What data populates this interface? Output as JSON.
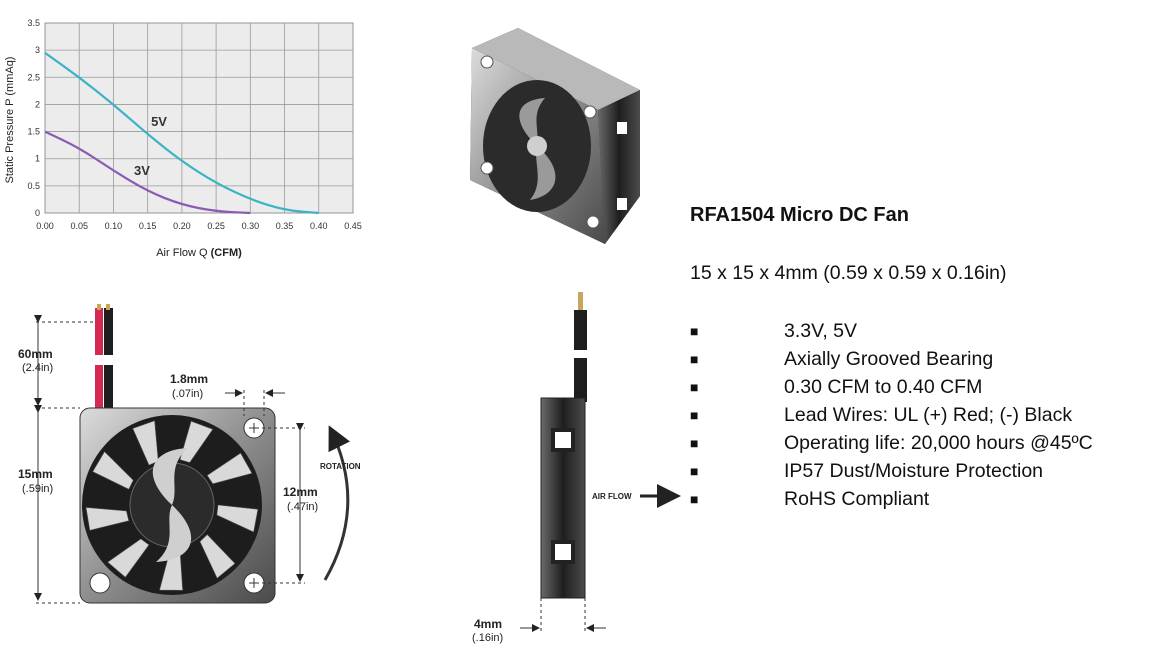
{
  "chart_data": {
    "type": "line",
    "ylabel": "Static Pressure P (mmAq)",
    "xlabel_plain": "Air Flow Q ",
    "xlabel_unit": "(CFM)",
    "xlim": [
      0,
      0.45
    ],
    "ylim": [
      0,
      3.5
    ],
    "grid": true,
    "x_ticks": [
      "0.00",
      "0.05",
      "0.10",
      "0.15",
      "0.20",
      "0.25",
      "0.30",
      "0.35",
      "0.40",
      "0.45"
    ],
    "y_ticks": [
      "0",
      "0.5",
      "1",
      "1.5",
      "2",
      "2.5",
      "3",
      "3.5"
    ],
    "series": [
      {
        "name": "5V",
        "color": "#3cb4c6",
        "points": [
          [
            0,
            2.95
          ],
          [
            0.05,
            2.5
          ],
          [
            0.1,
            2.0
          ],
          [
            0.15,
            1.45
          ],
          [
            0.2,
            0.95
          ],
          [
            0.25,
            0.55
          ],
          [
            0.3,
            0.25
          ],
          [
            0.35,
            0.05
          ],
          [
            0.4,
            0.0
          ]
        ]
      },
      {
        "name": "3V",
        "color": "#8a5bb3",
        "points": [
          [
            0,
            1.5
          ],
          [
            0.05,
            1.2
          ],
          [
            0.1,
            0.78
          ],
          [
            0.15,
            0.4
          ],
          [
            0.2,
            0.15
          ],
          [
            0.25,
            0.03
          ],
          [
            0.3,
            0.0
          ]
        ]
      }
    ]
  },
  "diagram": {
    "wire_length": "60mm",
    "wire_length_in": "(2.4in)",
    "hole_size": "1.8mm",
    "hole_size_in": "(.07in)",
    "height": "15mm",
    "height_in": "(.59in)",
    "hole_pitch": "12mm",
    "hole_pitch_in": "(.47in)",
    "rotation": "ROTATION",
    "air_flow": "AIR FLOW",
    "thickness": "4mm",
    "thickness_in": "(.16in)"
  },
  "specs": {
    "title": "RFA1504 Micro DC Fan",
    "dimensions": "15 x 15 x 4mm (0.59 x 0.59 x 0.16in)",
    "bullet": "■",
    "features": [
      "3.3V, 5V",
      "Axially Grooved Bearing",
      "0.30 CFM to 0.40 CFM",
      "Lead Wires: UL (+) Red; (-) Black",
      "Operating life: 20,000 hours @45ºC",
      "IP57 Dust/Moisture Protection",
      "RoHS Compliant"
    ]
  }
}
